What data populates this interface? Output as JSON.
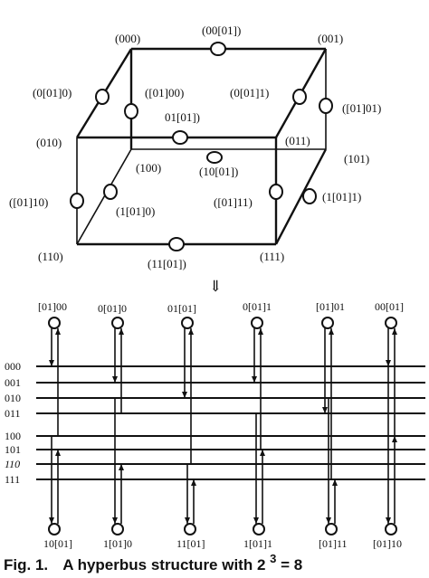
{
  "cube": {
    "vertices": {
      "v000": "(000)",
      "v001": "(001)",
      "v010": "(010)",
      "v011": "(011)",
      "v100": "(100)",
      "v101": "(101)",
      "v110": "(110)",
      "v111": "(111)"
    },
    "edges": {
      "e00_01": "(00[01])",
      "e0_01_0": "(0[01]0)",
      "e01_00": "([01]00)",
      "e0_01_1": "(0[01]1)",
      "e01_01": "([01]01)",
      "e01_01mid": "01[01])",
      "e10_01": "(10[01])",
      "e01_10": "([01]10)",
      "e1_01_0": "(1[01]0)",
      "e01_11": "([01]11)",
      "e1_01_1": "(1[01]1)",
      "e11_01": "(11[01])"
    }
  },
  "arrow": "⇓",
  "bus": {
    "row_labels": [
      "000",
      "001",
      "010",
      "011",
      "100",
      "101",
      "110",
      "111"
    ],
    "top_nodes": [
      "[01]00",
      "0[01]0",
      "01[01]",
      "0[01]1",
      "[01]01",
      "00[01]"
    ],
    "bottom_nodes": [
      "10[01]",
      "1[01]0",
      "11[01]",
      "1[01]1",
      "[01]11",
      "[01]10"
    ]
  },
  "caption": {
    "prefix": "Fig. 1.",
    "text": "A hyperbus structure with 2",
    "sup": "3",
    "suffix": "= 8"
  }
}
